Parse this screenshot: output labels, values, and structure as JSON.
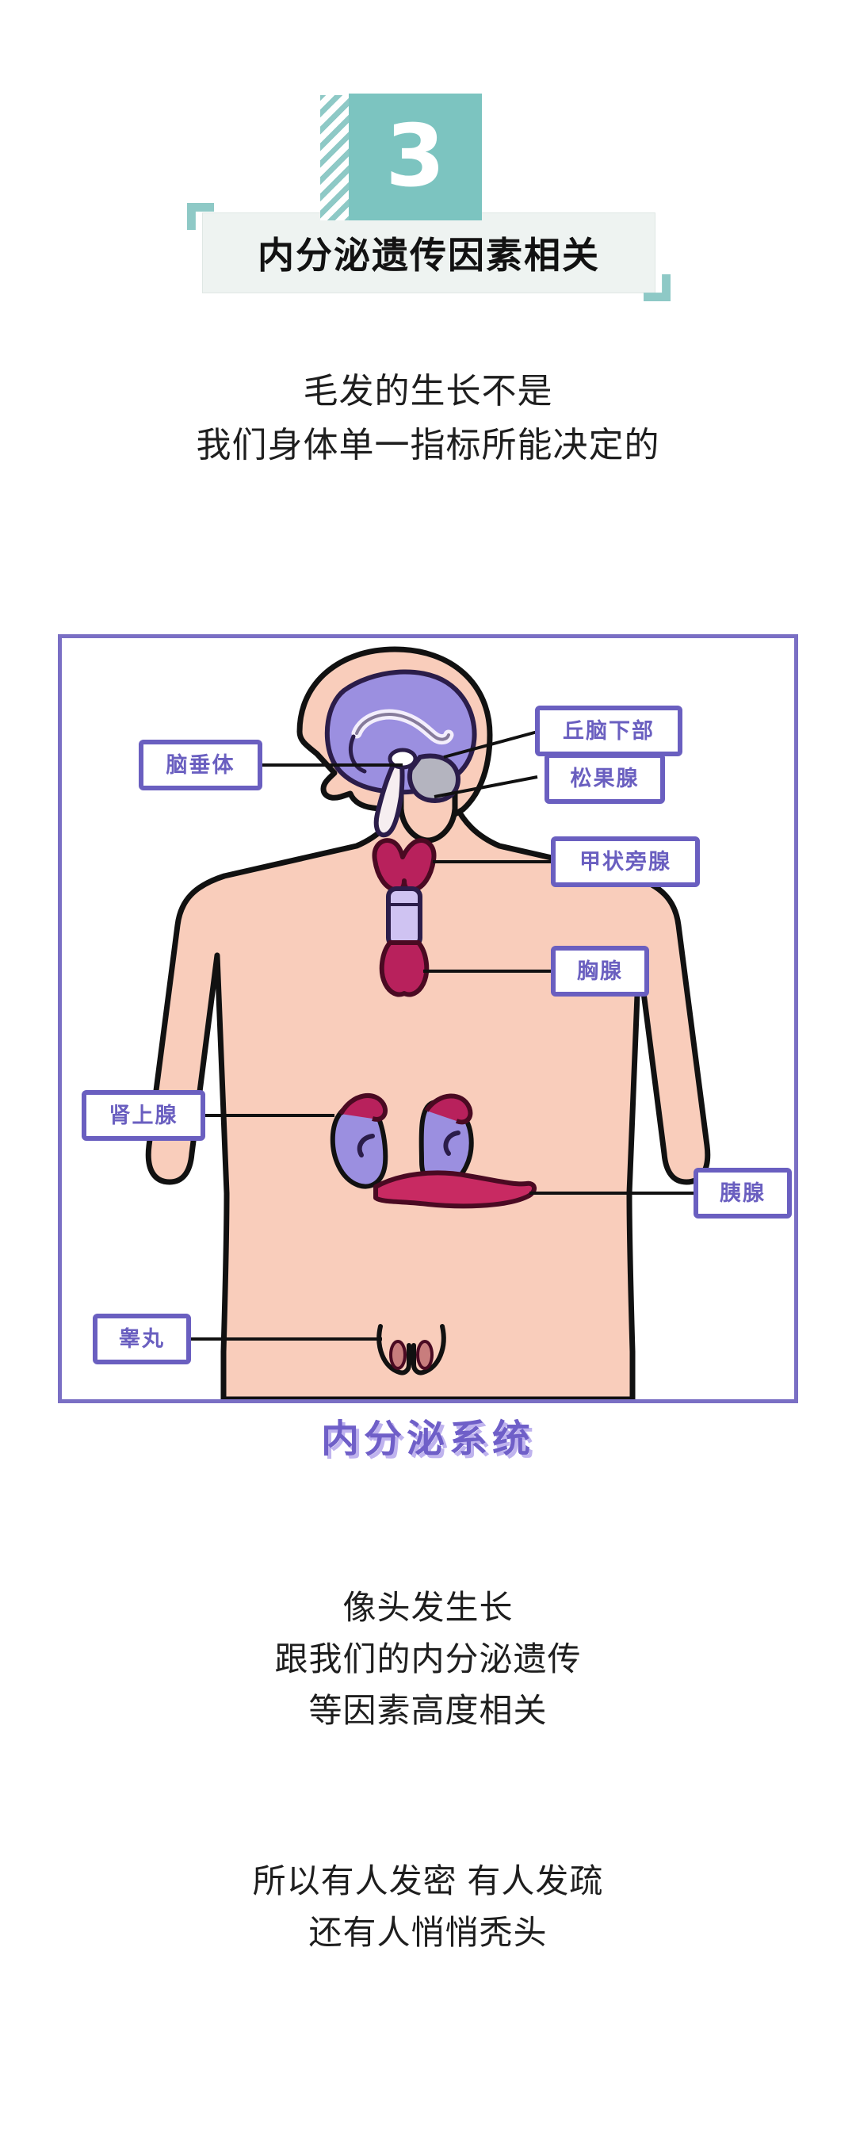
{
  "header": {
    "number": "3",
    "title": "内分泌遗传因素相关",
    "accent_color": "#7cc4c0",
    "banner_bg": "#eef3f1"
  },
  "subtitle": {
    "lines": [
      "毛发的生长不是",
      "我们身体单一指标所能决定的"
    ]
  },
  "diagram": {
    "caption": "内分泌系统",
    "border_color": "#7a6fc4",
    "label_color": "#6a5fc0",
    "skin_color": "#f9cdbb",
    "organ_purple": "#9b8fe0",
    "organ_magenta": "#b8215c",
    "labels": [
      {
        "id": "hypothalamus",
        "text": "丘脑下部"
      },
      {
        "id": "pineal",
        "text": "松果腺"
      },
      {
        "id": "pituitary",
        "text": "脑垂体"
      },
      {
        "id": "parathyroid",
        "text": "甲状旁腺"
      },
      {
        "id": "thymus",
        "text": "胸腺"
      },
      {
        "id": "adrenal",
        "text": "肾上腺"
      },
      {
        "id": "pancreas",
        "text": "胰腺"
      },
      {
        "id": "testes",
        "text": "睾丸"
      }
    ]
  },
  "body_text": {
    "block1": [
      "像头发生长",
      "跟我们的内分泌遗传",
      "等因素高度相关"
    ],
    "block2": [
      "所以有人发密 有人发疏",
      "还有人悄悄秃头"
    ]
  }
}
